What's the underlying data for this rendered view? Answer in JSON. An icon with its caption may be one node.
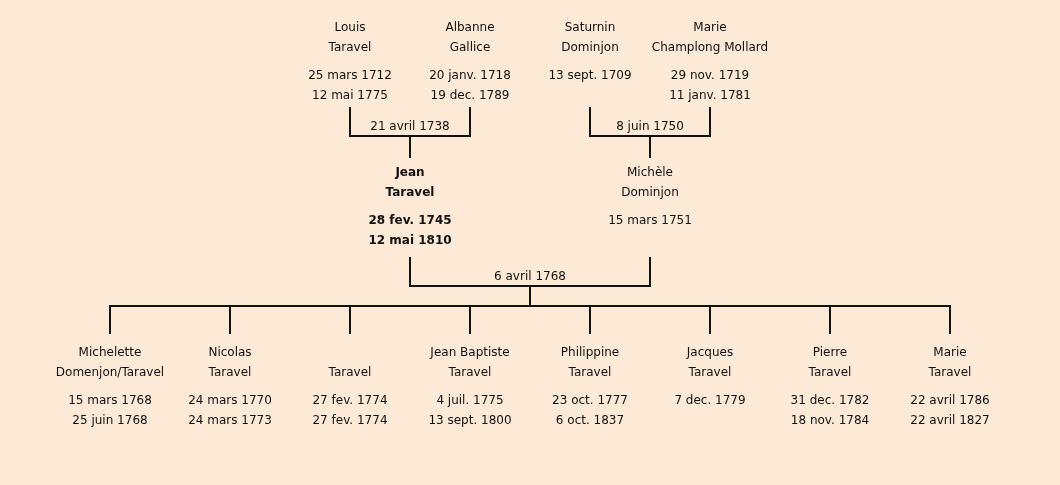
{
  "diagram": {
    "nodes": [
      {
        "text": [
          "Louis",
          "Taravel",
          "25 mars 1712",
          "12 mai 1775"
        ]
      },
      {
        "text": [
          "Albanne",
          "Gallice",
          "20 janv. 1718",
          "19 dec. 1789"
        ]
      },
      {
        "text": [
          "Saturnin",
          "Dominjon",
          "13 sept. 1709"
        ]
      },
      {
        "text": [
          "Marie",
          "Champlong Mollard",
          "29 nov. 1719",
          "11 janv. 1781"
        ]
      },
      {
        "text": [
          "Jean",
          "Taravel",
          "28 fev. 1745",
          "12 mai 1810"
        ]
      },
      {
        "text": [
          "Michèle",
          "Dominjon",
          "15 mars 1751"
        ]
      },
      {
        "text": [
          "Michelette",
          "Domenjon/Taravel",
          "15 mars 1768",
          "25 juin 1768"
        ]
      },
      {
        "text": [
          "Nicolas",
          "Taravel",
          "24 mars 1770",
          "24 mars 1773"
        ]
      },
      {
        "text": [
          "Taravel",
          "27 fev. 1774",
          "27 fev. 1774"
        ]
      },
      {
        "text": [
          "Jean Baptiste",
          "Taravel",
          "4 juil. 1775",
          "13 sept. 1800"
        ]
      },
      {
        "text": [
          "Philippine",
          "Taravel",
          "23 oct. 1777",
          "6 oct. 1837"
        ]
      },
      {
        "text": [
          "Jacques",
          "Taravel",
          "7 dec. 1779"
        ]
      },
      {
        "text": [
          "Pierre",
          "Taravel",
          "31 dec. 1782",
          "18 nov. 1784"
        ]
      },
      {
        "text": [
          "Marie",
          "Taravel",
          "22 avril 1786",
          "22 avril 1827"
        ]
      }
    ],
    "edges": [
      {
        "from": 0,
        "to": 4,
        "arrow": "none",
        "label": "21 avril 1738"
      },
      {
        "from": 1,
        "to": 4,
        "arrow": "none"
      },
      {
        "from": 2,
        "to": 5,
        "arrow": "none",
        "label": "8 juin 1750"
      },
      {
        "from": 3,
        "to": 5,
        "arrow": "none"
      },
      {
        "from": 4,
        "to": 6,
        "arrow": "none",
        "label": "6 avril 1768"
      },
      {
        "from": 5,
        "to": 6,
        "arrow": "none"
      },
      {
        "from": 4,
        "to": 7,
        "arrow": "none"
      },
      {
        "from": 5,
        "to": 7,
        "arrow": "none"
      },
      {
        "from": 4,
        "to": 8,
        "arrow": "none"
      },
      {
        "from": 5,
        "to": 8,
        "arrow": "none"
      },
      {
        "from": 4,
        "to": 9,
        "arrow": "none"
      },
      {
        "from": 5,
        "to": 9,
        "arrow": "none"
      },
      {
        "from": 4,
        "to": 10,
        "arrow": "none"
      },
      {
        "from": 5,
        "to": 10,
        "arrow": "none"
      },
      {
        "from": 4,
        "to": 11,
        "arrow": "none"
      },
      {
        "from": 5,
        "to": 11,
        "arrow": "none"
      },
      {
        "from": 4,
        "to": 12,
        "arrow": "none"
      },
      {
        "from": 5,
        "to": 12,
        "arrow": "none"
      },
      {
        "from": 4,
        "to": 13,
        "arrow": "none"
      },
      {
        "from": 5,
        "to": 13,
        "arrow": "none"
      }
    ]
  }
}
